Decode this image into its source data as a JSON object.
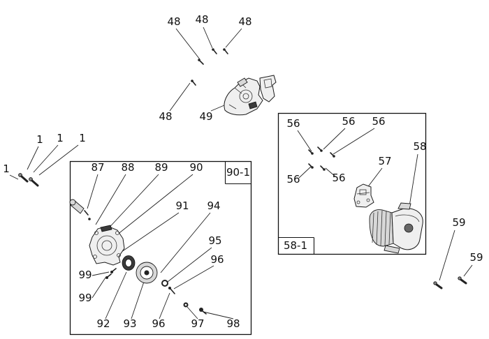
{
  "figure": {
    "background_color": "#ffffff",
    "line_color": "#111111",
    "boxes": {
      "box90": "90-1",
      "box58": "58-1"
    },
    "callouts": {
      "c48a": "48",
      "c48b": "48",
      "c48c": "48",
      "c48d": "48",
      "c49": "49",
      "c1a": "1",
      "c1b": "1",
      "c1c": "1",
      "c1d": "1",
      "c87": "87",
      "c88": "88",
      "c89": "89",
      "c90": "90",
      "c91": "91",
      "c94": "94",
      "c95": "95",
      "c96a": "96",
      "c99a": "99",
      "c99b": "99",
      "c92": "92",
      "c93": "93",
      "c96b": "96",
      "c97": "97",
      "c98": "98",
      "c56a": "56",
      "c56b": "56",
      "c56c": "56",
      "c56d": "56",
      "c56e": "56",
      "c57": "57",
      "c58": "58",
      "c59a": "59",
      "c59b": "59"
    }
  }
}
